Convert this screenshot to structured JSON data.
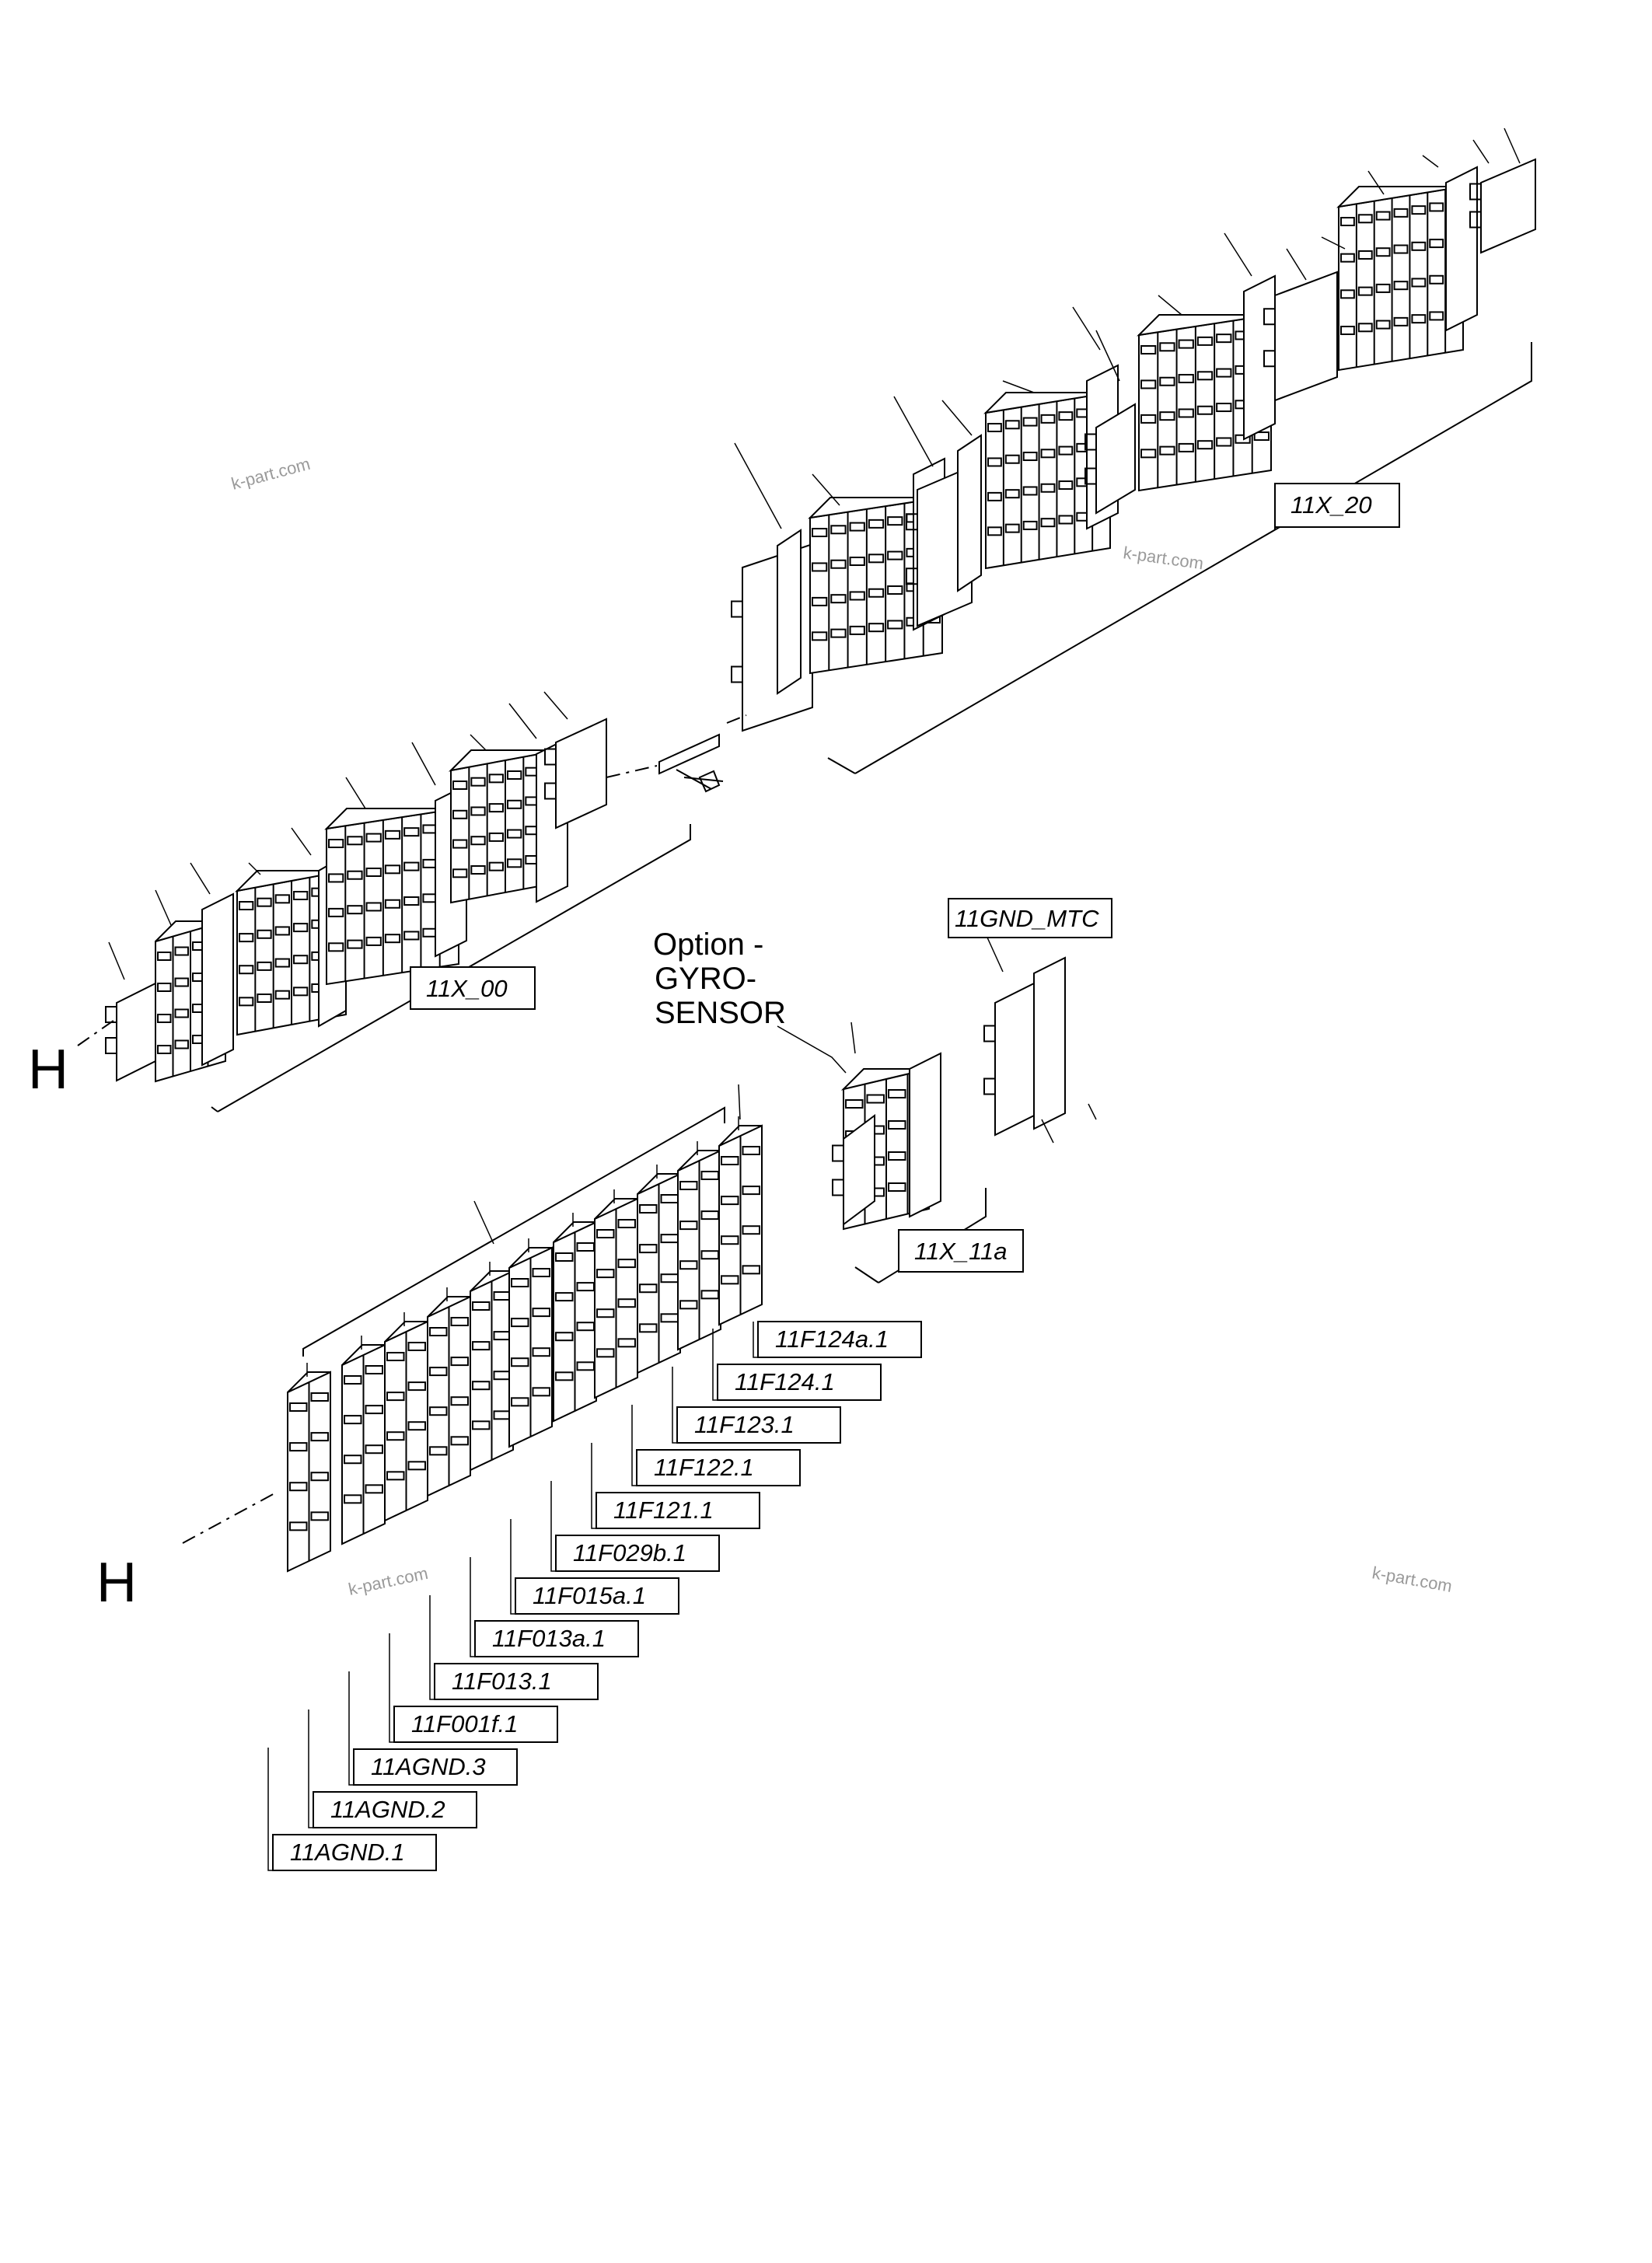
{
  "diagram": {
    "strip_labels": {
      "x20": "11X_20",
      "x00": "11X_00",
      "x11a": "11X_11a",
      "gnd_mtc": "11GND_MTC"
    },
    "option_text": [
      "Option -",
      "GYRO-",
      "SENSOR"
    ],
    "section_marker": "H",
    "terminal_labels": [
      "11F124a.1",
      "11F124.1",
      "11F123.1",
      "11F122.1",
      "11F121.1",
      "11F029b.1",
      "11F015a.1",
      "11F013a.1",
      "11F013.1",
      "11F001f.1",
      "11AGND.3",
      "11AGND.2",
      "11AGND.1"
    ],
    "watermark": "k-part.com",
    "colors": {
      "line": "#000000",
      "watermark": "#9a9a9a",
      "background": "#ffffff"
    }
  }
}
